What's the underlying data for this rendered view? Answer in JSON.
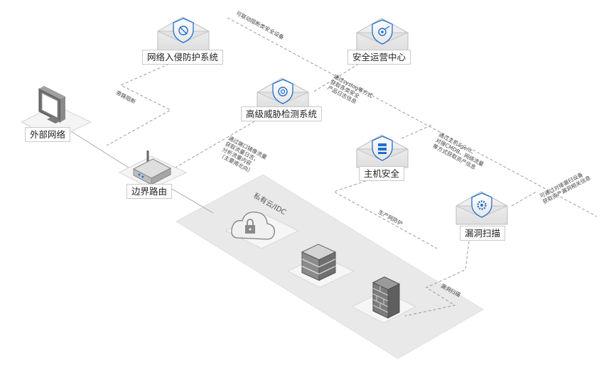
{
  "nodes": {
    "external_network": "外部网络",
    "border_router": "边界路由",
    "ips": "网络入侵防护系统",
    "soc": "安全运营中心",
    "advanced_threat": "高级威胁检测系统",
    "host_security": "主机安全",
    "vuln_scan": "漏洞扫描"
  },
  "zone": {
    "private_cloud": "私有云/IDC"
  },
  "annotations": {
    "ips_to_soc": "可联动阻断类安全设备",
    "ips_bypass": "旁路阻断",
    "syslog": [
      "通过syslog等方式",
      "获取各类安全",
      "产品日志信息"
    ],
    "mirror": [
      "通过端口镜像流量",
      "获取流量日志，",
      "分析流量内容",
      "（主要南北向）"
    ],
    "host": [
      "通过主机agent、",
      "对接CMDB、网络流量",
      "等方式获取资产信息"
    ],
    "vuln": [
      "可通过对接漏扫设备",
      "获取资产漏洞相关信息"
    ],
    "protect": "生产网防护",
    "scan": "漏洞扫描"
  },
  "colors": {
    "accent": "#1f6fd1",
    "zone_fill": "#e8e8e8",
    "line": "#9a9a9a",
    "card_top": "#f2f2f2"
  }
}
